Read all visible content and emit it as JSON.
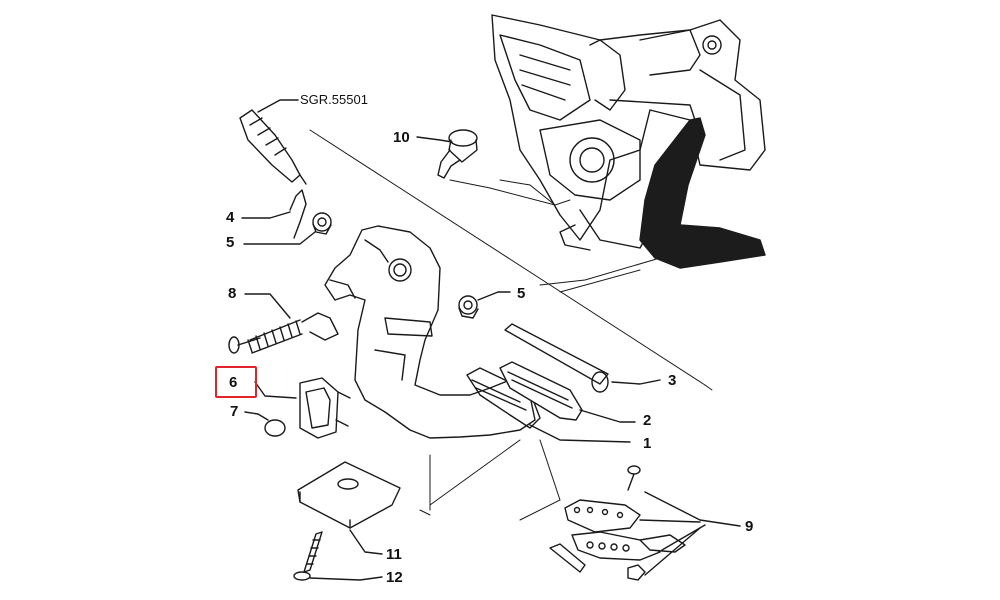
{
  "callouts": {
    "ref": "SGR.55501",
    "c1": "1",
    "c2": "2",
    "c3": "3",
    "c4": "4",
    "c5a": "5",
    "c5b": "5",
    "c6": "6",
    "c7": "7",
    "c8": "8",
    "c9": "9",
    "c10": "10",
    "c11": "11",
    "c12": "12"
  },
  "highlight": {
    "part": "6",
    "color": "#e0262b"
  },
  "colors": {
    "line": "#1a1a1a",
    "pedal_pad_dark": "#1c1c1c",
    "highlight": "#e0262b"
  }
}
